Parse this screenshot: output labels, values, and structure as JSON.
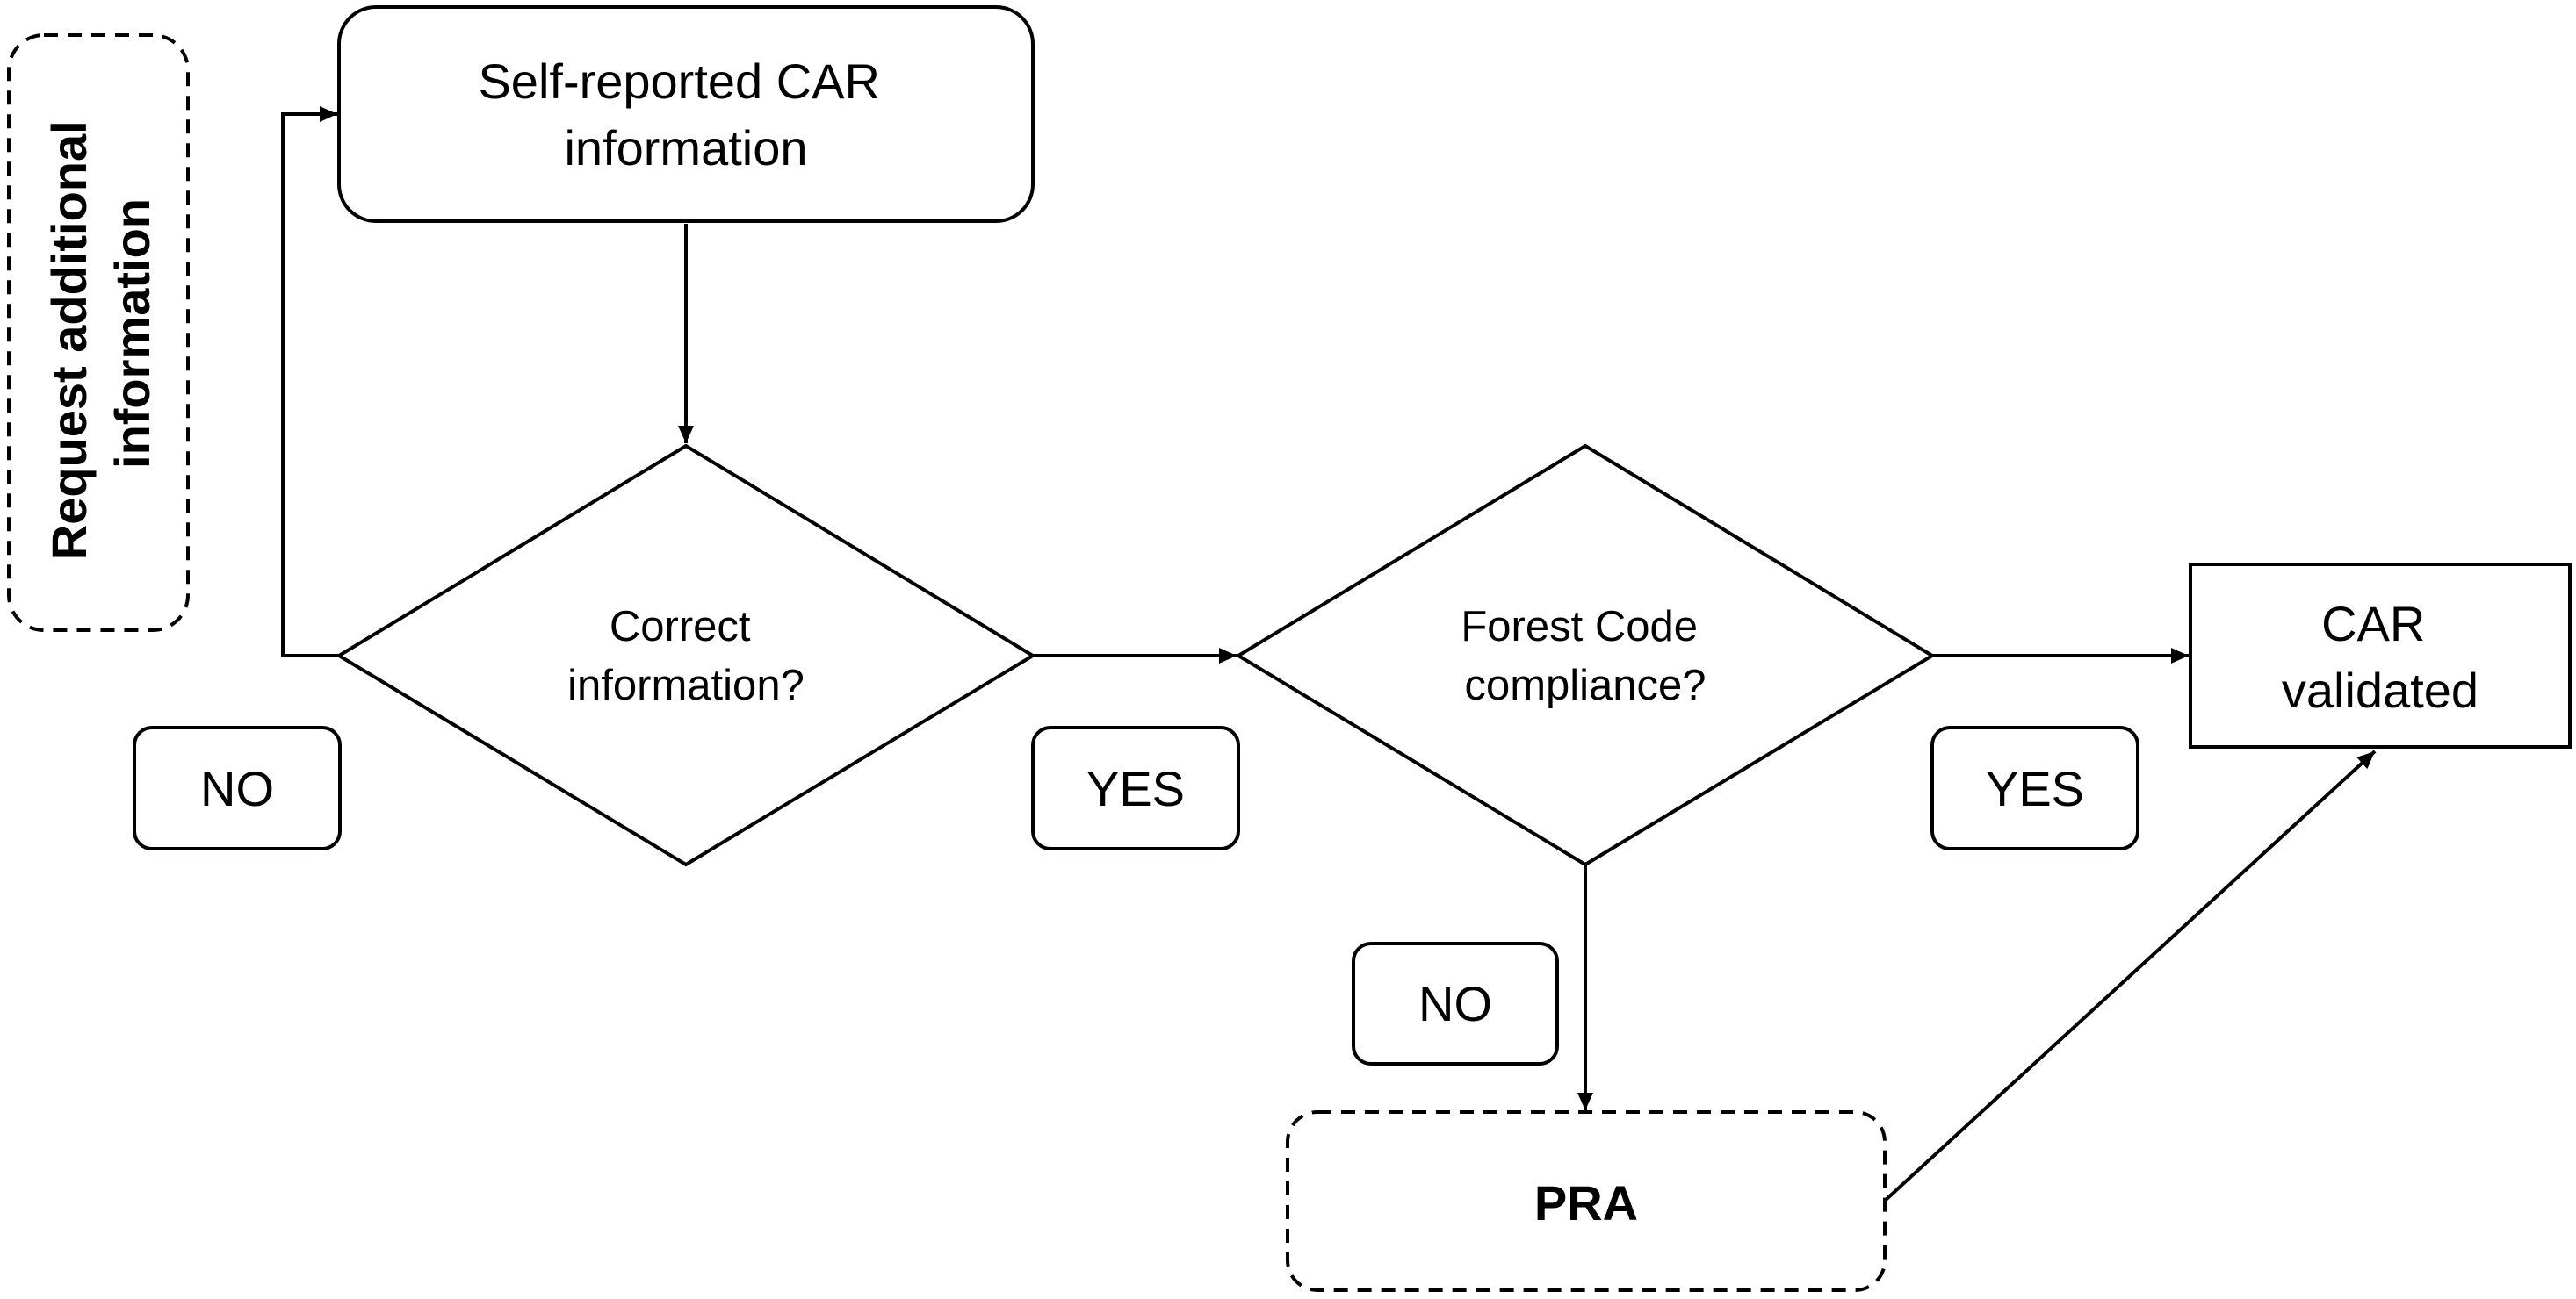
{
  "nodes": {
    "self_reported": {
      "line1": "Self-reported CAR",
      "line2": "information"
    },
    "request_info": {
      "line1": "Request additional",
      "line2": "information"
    },
    "correct_info": {
      "line1": "Correct",
      "line2": "information?"
    },
    "forest_code": {
      "line1": "Forest Code",
      "line2": "compliance?"
    },
    "car_validated": {
      "line1": "CAR",
      "line2": "validated"
    },
    "pra": {
      "label": "PRA"
    }
  },
  "edge_labels": {
    "correct_no": "NO",
    "correct_yes": "YES",
    "forest_yes": "YES",
    "forest_no": "NO"
  }
}
